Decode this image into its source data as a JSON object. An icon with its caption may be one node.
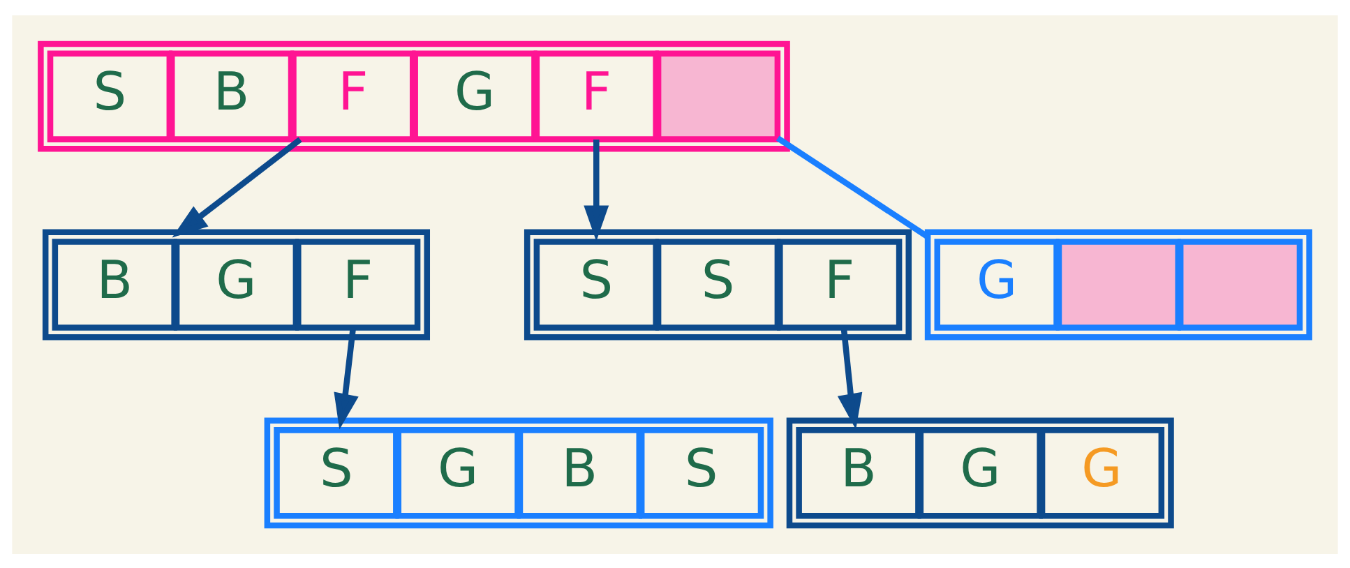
{
  "diagram": {
    "nodes": [
      {
        "text": [],
        "shape": "box"
      },
      {
        "text": [
          "S"
        ],
        "in": 0
      },
      {
        "text": [
          "B"
        ],
        "in": 0
      },
      {
        "text": [
          "F"
        ],
        "in": 0
      },
      {
        "text": [
          "G"
        ],
        "in": 0
      },
      {
        "text": [
          "F"
        ],
        "in": 0
      },
      {
        "text": [],
        "shape": "box",
        "in": 0
      },
      {
        "text": [],
        "shape": "box"
      },
      {
        "text": [
          "B"
        ],
        "in": 7
      },
      {
        "text": [
          "G"
        ],
        "in": 7
      },
      {
        "text": [
          "F"
        ],
        "in": 7
      },
      {
        "text": [],
        "shape": "box"
      },
      {
        "text": [
          "S"
        ],
        "in": 11
      },
      {
        "text": [
          "S"
        ],
        "in": 11
      },
      {
        "text": [
          "F"
        ],
        "in": 11
      },
      {
        "text": [],
        "shape": "box"
      },
      {
        "text": [
          "S"
        ],
        "in": 15
      },
      {
        "text": [
          "G"
        ],
        "in": 15
      },
      {
        "text": [
          "B"
        ],
        "in": 15
      },
      {
        "text": [
          "S"
        ],
        "in": 15
      },
      {
        "text": [],
        "shape": "box"
      },
      {
        "text": [
          "B"
        ],
        "in": 20
      },
      {
        "text": [
          "G"
        ],
        "in": 20
      },
      {
        "text": [
          "G"
        ],
        "in": 20
      },
      {
        "text": [],
        "shape": "box"
      },
      {
        "text": [
          "G"
        ],
        "in": 24
      },
      {
        "text": [],
        "shape": "box",
        "in": 24
      },
      {
        "text": [],
        "shape": "box",
        "in": 24
      }
    ],
    "edges": [
      {
        "from": 3,
        "to": 7,
        "arrow": "to"
      },
      {
        "from": 5,
        "to": 11,
        "arrow": "to"
      },
      {
        "from": 10,
        "to": 15,
        "arrow": "to"
      },
      {
        "from": 14,
        "to": 20,
        "arrow": "to"
      },
      {
        "from": 6,
        "to": 24,
        "arrow": "none",
        "color": "#1a7fff"
      }
    ]
  }
}
